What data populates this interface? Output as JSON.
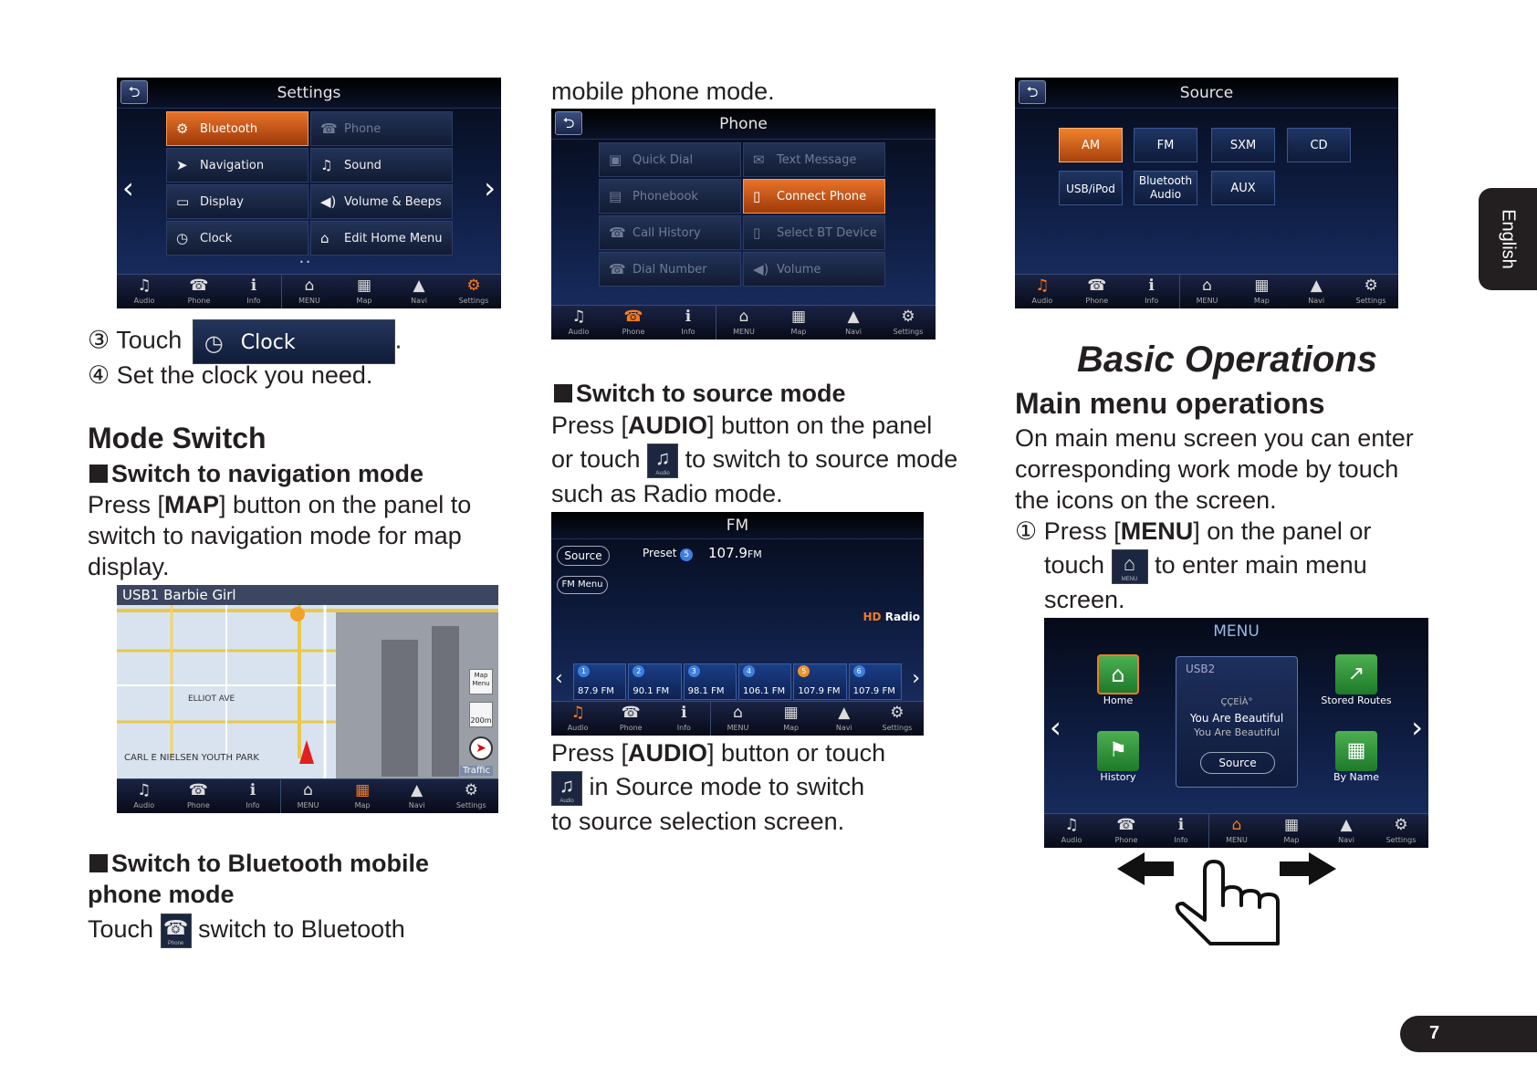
{
  "col1": {
    "settings_screen": {
      "title": "Settings",
      "back_glyph": "⮌",
      "items": [
        "Bluetooth",
        "Phone",
        "Navigation",
        "Sound",
        "Display",
        "Volume & Beeps",
        "Clock",
        "Edit Home Menu"
      ],
      "page_dots": "• •"
    },
    "step3_prefix": "③ Touch",
    "step3_button": "Clock",
    "step3_suffix": ".",
    "step4": "④ Set the clock you need.",
    "mode_switch_heading": "Mode Switch",
    "nav_heading": "Switch to navigation mode",
    "nav_body_1a": "Press [",
    "nav_body_1b": "MAP",
    "nav_body_1c": "] button on the panel to",
    "nav_body_2": "switch to navigation mode for map",
    "nav_body_3": "display.",
    "map_screen": {
      "track": "USB1 Barbie Girl",
      "streets": [
        "ELLIOT AVE",
        "CARL E NIELSEN YOUTH PARK"
      ],
      "map_menu": "Map Menu",
      "scale": "200m",
      "traffic": "Traffic"
    },
    "bt_heading_1": "Switch to Bluetooth mobile",
    "bt_heading_2": "phone mode",
    "bt_body_a": "Touch",
    "bt_body_b": "switch to Bluetooth"
  },
  "col2": {
    "cont": "mobile phone mode.",
    "phone_screen": {
      "title": "Phone",
      "items": [
        "Quick Dial",
        "Text Message",
        "Phonebook",
        "Connect Phone",
        "Call History",
        "Select BT Device",
        "Dial Number",
        "Volume"
      ]
    },
    "src_heading": "Switch to source mode",
    "src_1a": "Press [",
    "src_1b": "AUDIO",
    "src_1c": "] button on the panel",
    "src_2a": "or touch",
    "src_2b": "to switch to source mode",
    "src_3": "such as Radio mode.",
    "fm_screen": {
      "title": "FM",
      "source_btn": "Source",
      "preset_label": "Preset",
      "preset_num": "5",
      "freq": "107.9",
      "freq_unit": "FM",
      "fm_menu": "FM Menu",
      "hd_radio": "Radio",
      "presets": [
        {
          "n": "1",
          "f": "87.9 FM"
        },
        {
          "n": "2",
          "f": "90.1 FM"
        },
        {
          "n": "3",
          "f": "98.1 FM"
        },
        {
          "n": "4",
          "f": "106.1 FM"
        },
        {
          "n": "5",
          "f": "107.9 FM"
        },
        {
          "n": "6",
          "f": "107.9 FM"
        }
      ]
    },
    "after_1a": "Press [",
    "after_1b": "AUDIO",
    "after_1c": "] button or touch",
    "after_2": "in Source mode to switch",
    "after_3": "to source selection screen."
  },
  "col3": {
    "source_screen": {
      "title": "Source",
      "buttons": [
        "AM",
        "FM",
        "SXM",
        "CD",
        "USB/iPod",
        "Bluetooth Audio",
        "AUX"
      ]
    },
    "basic_ops": "Basic Operations",
    "main_menu_ops": "Main menu operations",
    "mm_1": "On main menu screen you can enter",
    "mm_2": "corresponding work mode by touch",
    "mm_3": "the icons on the screen.",
    "step1a": "① Press [",
    "step1b": "MENU",
    "step1c": "] on the panel or",
    "step1_2a": "touch",
    "step1_2b": "to enter main menu",
    "step1_3": "screen.",
    "menu_screen": {
      "title": "MENU",
      "home": "Home",
      "history": "History",
      "stored_routes": "Stored Routes",
      "by_name": "By Name",
      "usb": "USB2",
      "artist": "ÇÇEÌÀ°",
      "song1": "You Are Beautiful",
      "song2": "You Are Beautiful",
      "source": "Source"
    }
  },
  "bar_labels": [
    "Audio",
    "Phone",
    "Info",
    "MENU",
    "Map",
    "Navi",
    "Settings"
  ],
  "side_tab": "English",
  "page_number": "7",
  "colors": {
    "accent": "#f07a24",
    "screen_bg": "#0f1e44",
    "text": "#231f20"
  }
}
